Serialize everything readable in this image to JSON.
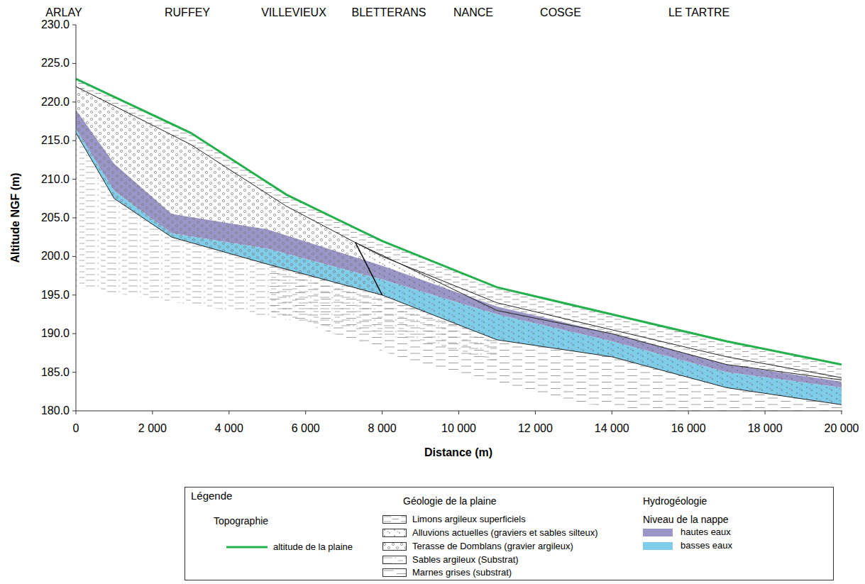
{
  "diagram": {
    "nodes": [
      {
        "text": [
          "Légende",
          "Topographie",
          "Géologie de la plaine",
          "Hydrogéologie",
          "Niveau de la nappe"
        ]
      }
    ],
    "labels": [
      "ARLAY",
      "RUFFEY",
      "VILLEVIEUX",
      "BLETTERANS",
      "NANCE",
      "COSGE",
      "LE TARTRE",
      "230.0",
      "225.0",
      "220.0",
      "215.0",
      "210.0",
      "205.0",
      "200.0",
      "195.0",
      "190.0",
      "185.0",
      "180.0",
      "0",
      "2 000",
      "4 000",
      "6 000",
      "8 000",
      "10 000",
      "12 000",
      "14 000",
      "16 000",
      "18 000",
      "20 000",
      "Altitude NGF (m)",
      "Distance (m)"
    ],
    "legend": [
      {
        "text": "altitude de la plaine"
      },
      {
        "text": "Limons argileux superficiels"
      },
      {
        "text": "Alluvions actuelles (graviers et sables silteux)"
      },
      {
        "text": "Terasse de Domblans (gravier argileux)"
      },
      {
        "text": "Sables argileux (Substrat)"
      },
      {
        "text": "Marnes grises (substrat)"
      },
      {
        "text": "hautes eaux",
        "color": "#9b96c8"
      },
      {
        "text": "basses eaux",
        "color": "#80cdea"
      }
    ]
  }
}
